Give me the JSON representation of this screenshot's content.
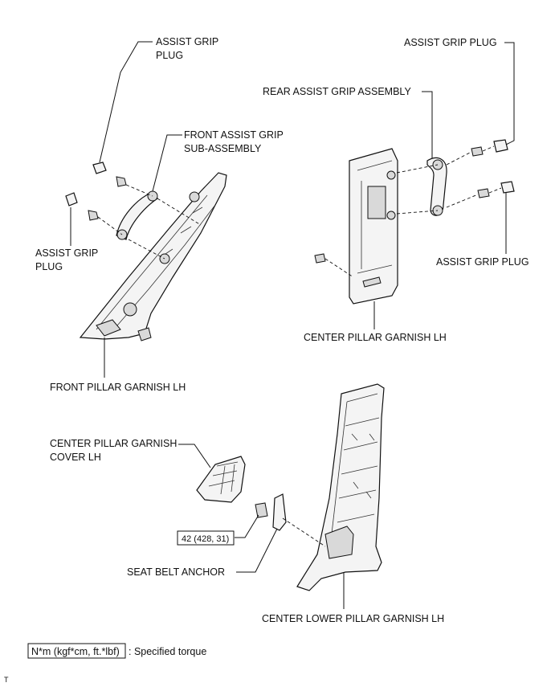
{
  "labels": {
    "assist_grip_plug_top_left_line1": "ASSIST GRIP",
    "assist_grip_plug_top_left_line2": "PLUG",
    "front_assist_grip_line1": "FRONT ASSIST GRIP",
    "front_assist_grip_line2": "SUB-ASSEMBLY",
    "assist_grip_plug_left_line1": "ASSIST GRIP",
    "assist_grip_plug_left_line2": "PLUG",
    "front_pillar_garnish": "FRONT PILLAR GARNISH LH",
    "assist_grip_plug_top_right": "ASSIST GRIP PLUG",
    "rear_assist_grip": "REAR ASSIST GRIP ASSEMBLY",
    "assist_grip_plug_right": "ASSIST GRIP PLUG",
    "center_pillar_garnish": "CENTER PILLAR GARNISH LH",
    "center_pillar_cover_line1": "CENTER PILLAR GARNISH",
    "center_pillar_cover_line2": "COVER LH",
    "torque_value": "42 (428, 31)",
    "seat_belt_anchor": "SEAT BELT ANCHOR",
    "center_lower_pillar": "CENTER LOWER PILLAR GARNISH LH"
  },
  "legend": {
    "unit_box": "N*m (kgf*cm, ft.*lbf)",
    "description": ": Specified torque"
  },
  "footer": {
    "mark": "T"
  }
}
